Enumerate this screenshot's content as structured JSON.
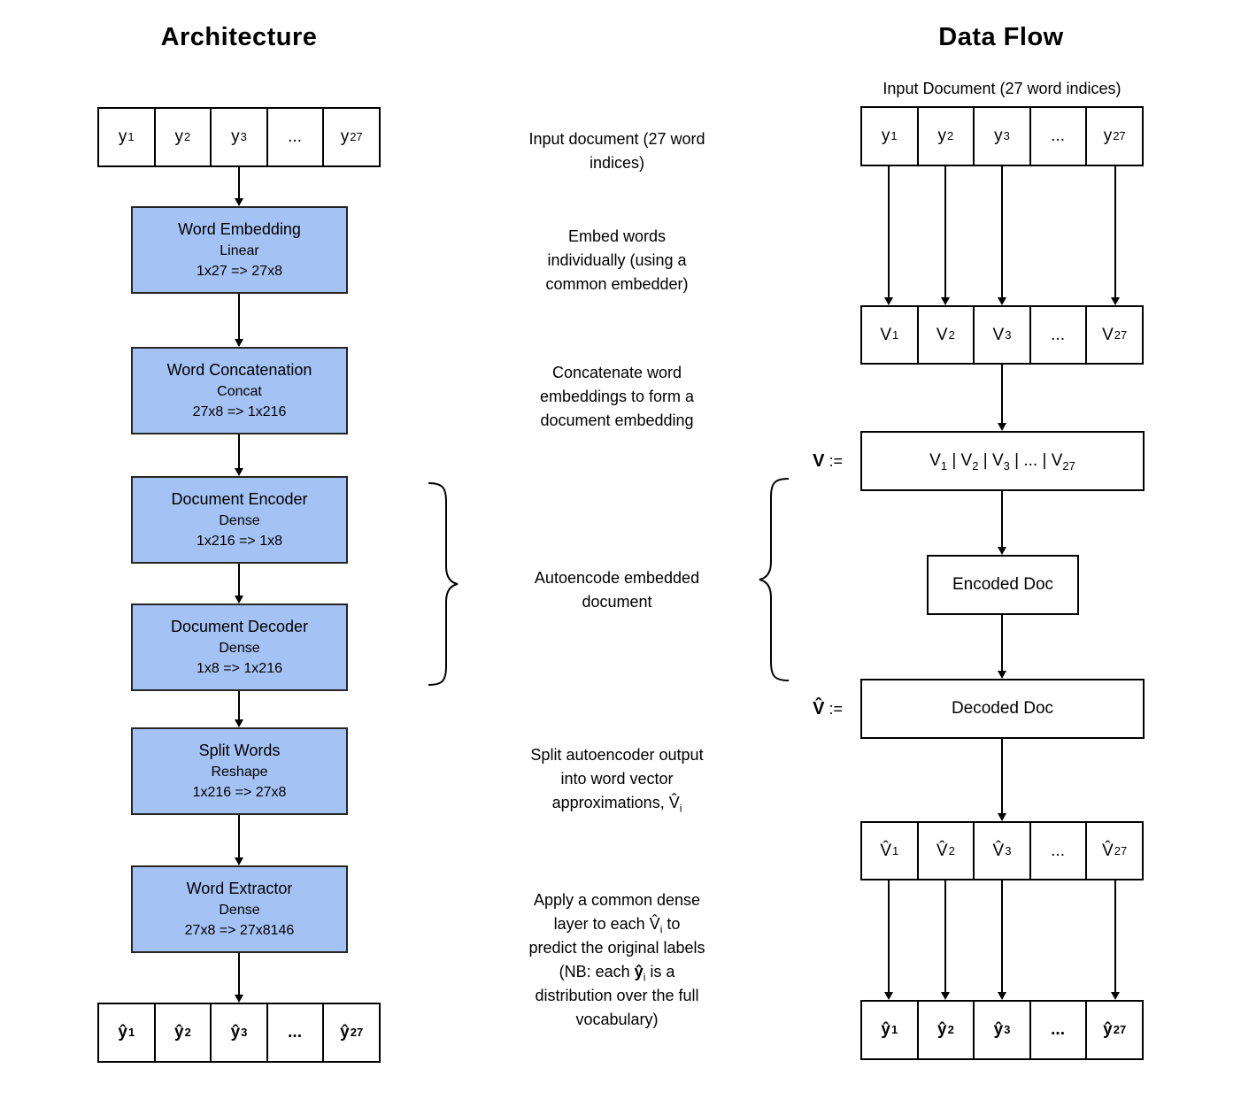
{
  "titles": {
    "architecture": "Architecture",
    "data_flow": "Data Flow"
  },
  "colors": {
    "box_fill": "#a4c2f4",
    "box_border": "#262626",
    "line": "#000000"
  },
  "architecture": {
    "input_row": {
      "cells": [
        {
          "base": "y",
          "sub": "1"
        },
        {
          "base": "y",
          "sub": "2"
        },
        {
          "base": "y",
          "sub": "3"
        },
        {
          "base": "...",
          "sub": ""
        },
        {
          "base": "y",
          "sub": "27"
        }
      ]
    },
    "blocks": [
      {
        "name": "Word Embedding",
        "type": "Linear",
        "shape": "1x27 => 27x8"
      },
      {
        "name": "Word Concatenation",
        "type": "Concat",
        "shape": "27x8 => 1x216"
      },
      {
        "name": "Document Encoder",
        "type": "Dense",
        "shape": "1x216 => 1x8"
      },
      {
        "name": "Document Decoder",
        "type": "Dense",
        "shape": "1x8 => 1x216"
      },
      {
        "name": "Split Words",
        "type": "Reshape",
        "shape": "1x216 => 27x8"
      },
      {
        "name": "Word Extractor",
        "type": "Dense",
        "shape": "27x8 => 27x8146"
      }
    ],
    "output_row": {
      "cells": [
        {
          "base": "ŷ",
          "sub": "1"
        },
        {
          "base": "ŷ",
          "sub": "2"
        },
        {
          "base": "ŷ",
          "sub": "3"
        },
        {
          "base": "...",
          "sub": ""
        },
        {
          "base": "ŷ",
          "sub": "27"
        }
      ]
    }
  },
  "descriptions": {
    "input_doc": {
      "l1": "Input document (27 word",
      "l2": "indices)"
    },
    "embed": {
      "l1": "Embed words",
      "l2": "individually (using a",
      "l3": "common embedder)"
    },
    "concat": {
      "l1": "Concatenate word",
      "l2": "embeddings to form a",
      "l3": "document embedding"
    },
    "autoencode": {
      "l1": "Autoencode embedded",
      "l2": "document"
    },
    "split": {
      "l1": "Split autoencoder output",
      "l2": "into word vector",
      "l3_html": "approximations, V̂<sub>i</sub>"
    },
    "apply": {
      "l1": "Apply a common dense",
      "l2_html": "layer to each V̂<sub>i</sub> to",
      "l3": "predict the original labels",
      "l4_html": "(NB: each <b>ŷ</b><sub>i</sub> is a",
      "l5": "distribution over the full",
      "l6": "vocabulary)"
    }
  },
  "data_flow": {
    "input_label": "Input Document (27 word indices)",
    "y_row": {
      "cells": [
        {
          "base": "y",
          "sub": "1"
        },
        {
          "base": "y",
          "sub": "2"
        },
        {
          "base": "y",
          "sub": "3"
        },
        {
          "base": "...",
          "sub": ""
        },
        {
          "base": "y",
          "sub": "27"
        }
      ]
    },
    "v_row": {
      "cells": [
        {
          "base": "V",
          "sub": "1"
        },
        {
          "base": "V",
          "sub": "2"
        },
        {
          "base": "V",
          "sub": "3"
        },
        {
          "base": "...",
          "sub": ""
        },
        {
          "base": "V",
          "sub": "27"
        }
      ]
    },
    "v_label": {
      "var": "V",
      "op": ":="
    },
    "v_box_html": "V<sub>1</sub> | V<sub>2</sub> | V<sub>3</sub> | ... | V<sub>27</sub>",
    "encoded_label": "Encoded Doc",
    "vhat_label": {
      "var": "V̂",
      "op": ":="
    },
    "decoded_label": "Decoded Doc",
    "vhat_row": {
      "cells": [
        {
          "base": "V̂",
          "sub": "1"
        },
        {
          "base": "V̂",
          "sub": "2"
        },
        {
          "base": "V̂",
          "sub": "3"
        },
        {
          "base": "...",
          "sub": ""
        },
        {
          "base": "V̂",
          "sub": "27"
        }
      ]
    },
    "yhat_row": {
      "cells": [
        {
          "base": "ŷ",
          "sub": "1"
        },
        {
          "base": "ŷ",
          "sub": "2"
        },
        {
          "base": "ŷ",
          "sub": "3"
        },
        {
          "base": "...",
          "sub": ""
        },
        {
          "base": "ŷ",
          "sub": "27"
        }
      ]
    }
  }
}
